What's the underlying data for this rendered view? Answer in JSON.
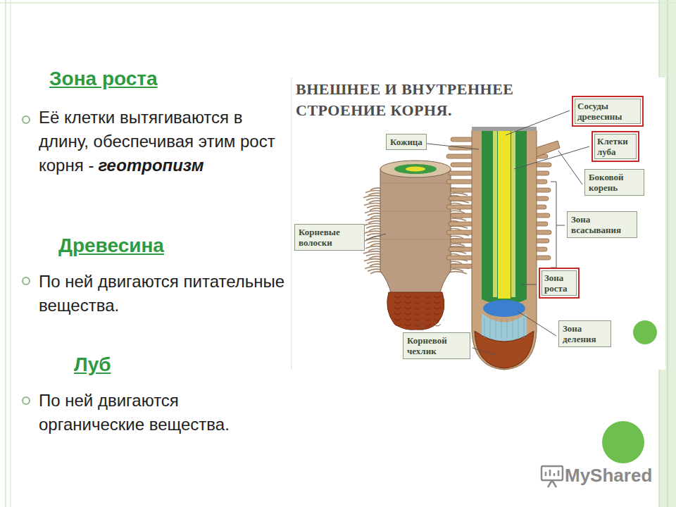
{
  "diagram": {
    "title": "ВНЕШНЕЕ И ВНУТРЕННЕЕ СТРОЕНИЕ КОРНЯ.",
    "nodes": [
      {
        "text": [
          "Сосуды древесины"
        ]
      },
      {
        "text": [
          "Клетки луба"
        ]
      },
      {
        "text": [
          "Кожица"
        ]
      },
      {
        "text": [
          "Боковой корень"
        ]
      },
      {
        "text": [
          "Зона всасывания"
        ]
      },
      {
        "text": [
          "Корневые волоски"
        ]
      },
      {
        "text": [
          "Зона роста"
        ]
      },
      {
        "text": [
          "Зона деления"
        ]
      },
      {
        "text": [
          "Корневой чехлик"
        ]
      }
    ],
    "labels": [
      "Зона роста",
      "Её клетки вытягиваются в длину, обеспечивая этим рост корня -",
      "геотропизм",
      "Древесина",
      "По ней двигаются питательные вещества.",
      "Луб",
      "По ней двигаются органические вещества.",
      "MyShared"
    ]
  }
}
